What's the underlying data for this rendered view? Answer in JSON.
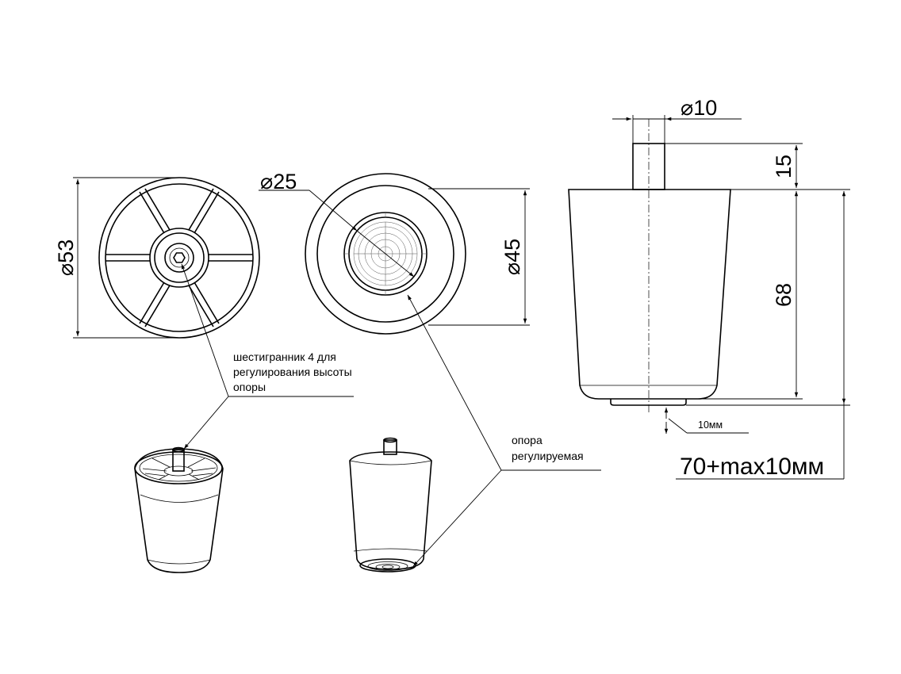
{
  "labels": {
    "d53": "⌀53",
    "d25": "⌀25",
    "d45": "⌀45",
    "d10": "⌀10",
    "h15": "15",
    "h68": "68",
    "adj": "10мм",
    "total": "70+max10мм"
  },
  "notes": {
    "hex_line1": "шестигранник  4 для",
    "hex_line2": "регулирования высоты",
    "hex_line3": "опоры",
    "support_line1": "опора",
    "support_line2": "регулируемая"
  }
}
